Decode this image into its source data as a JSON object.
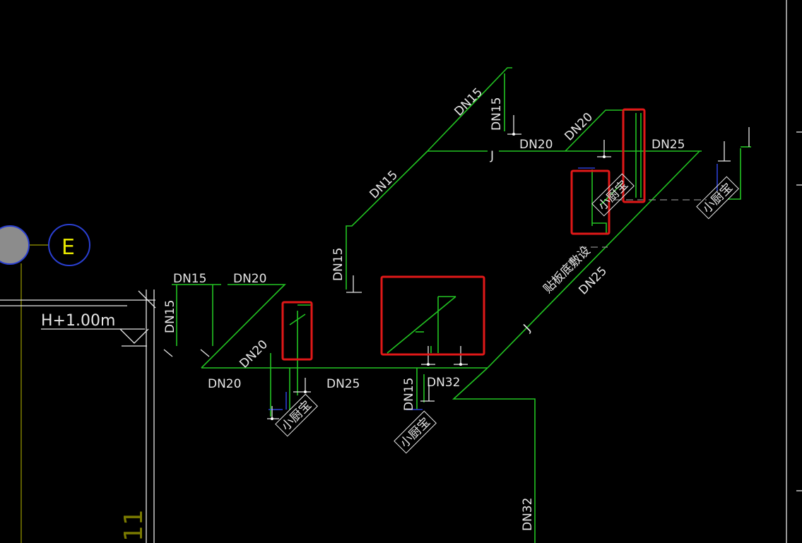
{
  "labels": {
    "dn15_top_diag": "DN15",
    "dn15_top_vert": "DN15",
    "dn20_top_mid": "DN20",
    "dn20_top_diag": "DN20",
    "dn25_top_right": "DN25",
    "j_top": "J",
    "dn15_mid_diag": "DN15",
    "dn15_mid_vert": "DN15",
    "floor_laying": "贴板底敷设",
    "dn25_diag": "DN25",
    "j_diag": "J",
    "dn15_left_top": "DN15",
    "dn20_left_top": "DN20",
    "dn15_left_vert": "DN15",
    "height": "H+1.00m",
    "dn20_left_diag": "DN20",
    "dn20_bottom_left": "DN20",
    "dn25_bottom": "DN25",
    "dn15_bottom_vert": "DN15",
    "dn32_bottom": "DN32",
    "dn32_vertical": "DN32",
    "fixture_1": "小厨宝",
    "fixture_2": "小厨宝",
    "fixture_3": "小厨宝",
    "fixture_4": "小厨宝",
    "grid_axis": "E",
    "grid_number": "11"
  },
  "colors": {
    "background": "#000000",
    "pipe": "#22c322",
    "text": "#e6e6e6",
    "highlight": "#e01818",
    "axis_bubble": "#2a3fd0",
    "axis_text": "#e6e600"
  }
}
